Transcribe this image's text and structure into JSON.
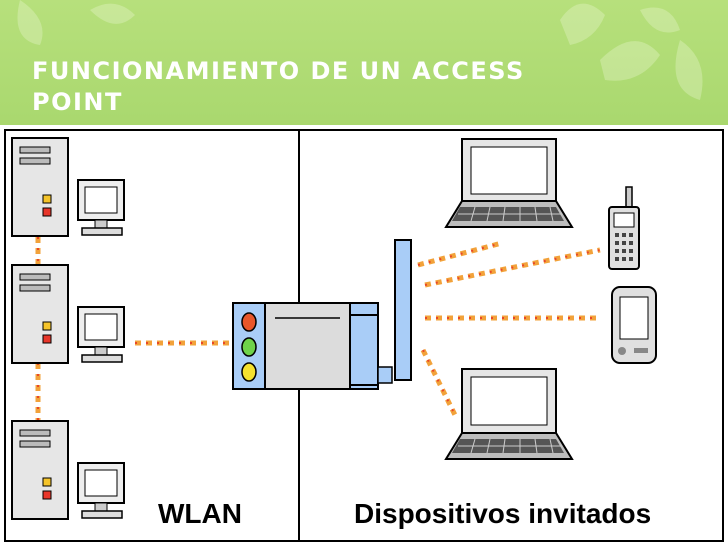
{
  "slide": {
    "title": "FUNCIONAMIENTO DE UN ACCESS POINT"
  },
  "diagram": {
    "left_panel_label": "WLAN",
    "right_panel_label": "Dispositivos invitados",
    "colors": {
      "link": "#f2a23a",
      "link_dot": "#e8462a",
      "device_blue": "#a9cdf7",
      "led_red": "#e8562a",
      "led_green": "#6fd24a",
      "led_yellow": "#f5e12e"
    }
  }
}
